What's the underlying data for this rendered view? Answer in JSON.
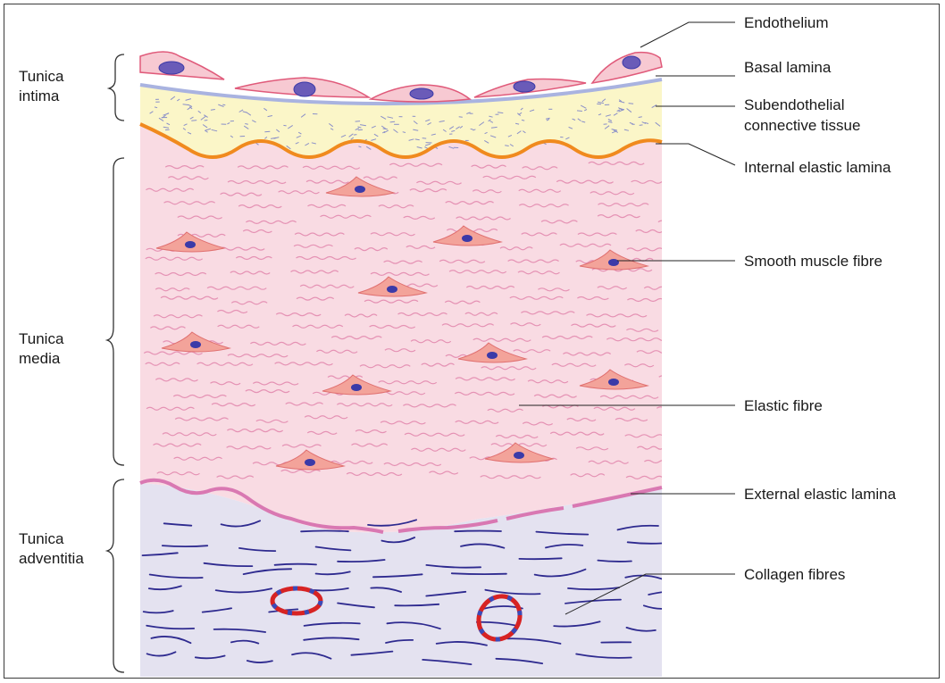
{
  "layers": {
    "intima": [
      "Tunica",
      "intima"
    ],
    "media": [
      "Tunica",
      "media"
    ],
    "adventitia": [
      "Tunica",
      "adventitia"
    ]
  },
  "labels": {
    "endothelium": "Endothelium",
    "basal_lamina": "Basal lamina",
    "subendothelial": [
      "Subendothelial",
      "connective tissue"
    ],
    "internal_elastic": "Internal elastic lamina",
    "smooth_muscle": "Smooth muscle fibre",
    "elastic_fibre": "Elastic fibre",
    "external_elastic": "External elastic lamina",
    "collagen": "Collagen fibres"
  },
  "colors": {
    "endothelium_fill": "#f7c9d2",
    "endothelium_stroke": "#e05a7a",
    "nucleus": "#3b3aa8",
    "nucleus_endo": "#6a5bb8",
    "basal_lamina": "#a9b3e0",
    "subendothelial": "#fbf6c8",
    "internal_elastic": "#f08a1e",
    "media": "#f9dbe3",
    "elastic_fibre": "#e592b4",
    "smooth_muscle_fill": "#f3a39a",
    "smooth_muscle_stroke": "#e07070",
    "external_elastic": "#d978b2",
    "adventitia": "#e4e2f0",
    "collagen": "#2e2a8f",
    "vessel": "#d72323"
  }
}
